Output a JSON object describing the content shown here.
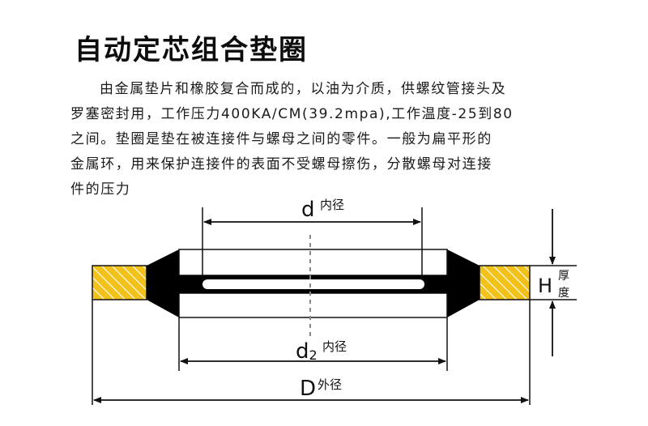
{
  "title": "自动定芯组合垫圈",
  "description_lines": [
    "由金属垫片和橡胶复合而成的，以油为介质，供螺纹管接头及",
    "罗塞密封用，工作压力400KA/CM(39.2mpa),工作温度-25到80",
    "之间。垫圈是垫在被连接件与螺母之间的零件。一般为扁平形的",
    "金属环，用来保护连接件的表面不受螺母擦伤，分散螺母对连接",
    "件的压力"
  ],
  "diagram": {
    "inner_diameter": {
      "symbol": "d",
      "label": "内径"
    },
    "rubber_inner_diameter": {
      "symbol": "d",
      "subscript": "2",
      "label": "内径"
    },
    "outer_diameter": {
      "symbol": "D",
      "label": "外径"
    },
    "thickness": {
      "symbol": "H",
      "label_top": "厚",
      "label_bottom": "度"
    },
    "colors": {
      "metal_fill": "#F2C21B",
      "hatch": "#FFFFFF",
      "rubber": "#000000",
      "outline": "#111111"
    }
  }
}
